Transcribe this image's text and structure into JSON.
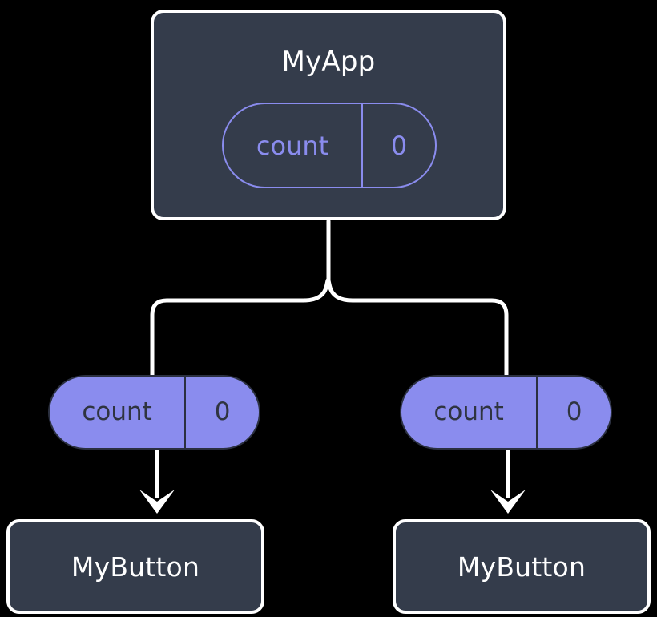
{
  "diagram": {
    "title": "component-state-propagation-tree",
    "background_color": "#000000",
    "palette": {
      "box_fill": "#343c4b",
      "box_border": "#ffffff",
      "accent_purple": "#8a8cee",
      "pill_text_dark": "#2f3440",
      "title_text": "#ffffff",
      "connector": "#ffffff"
    }
  },
  "root": {
    "label": "MyApp",
    "state_pill": {
      "key": "count",
      "value": "0",
      "style": "outlined"
    }
  },
  "branches": [
    {
      "id": "left",
      "prop_pill": {
        "key": "count",
        "value": "0",
        "style": "filled"
      },
      "child": {
        "label": "MyButton"
      }
    },
    {
      "id": "right",
      "prop_pill": {
        "key": "count",
        "value": "0",
        "style": "filled"
      },
      "child": {
        "label": "MyButton"
      }
    }
  ]
}
